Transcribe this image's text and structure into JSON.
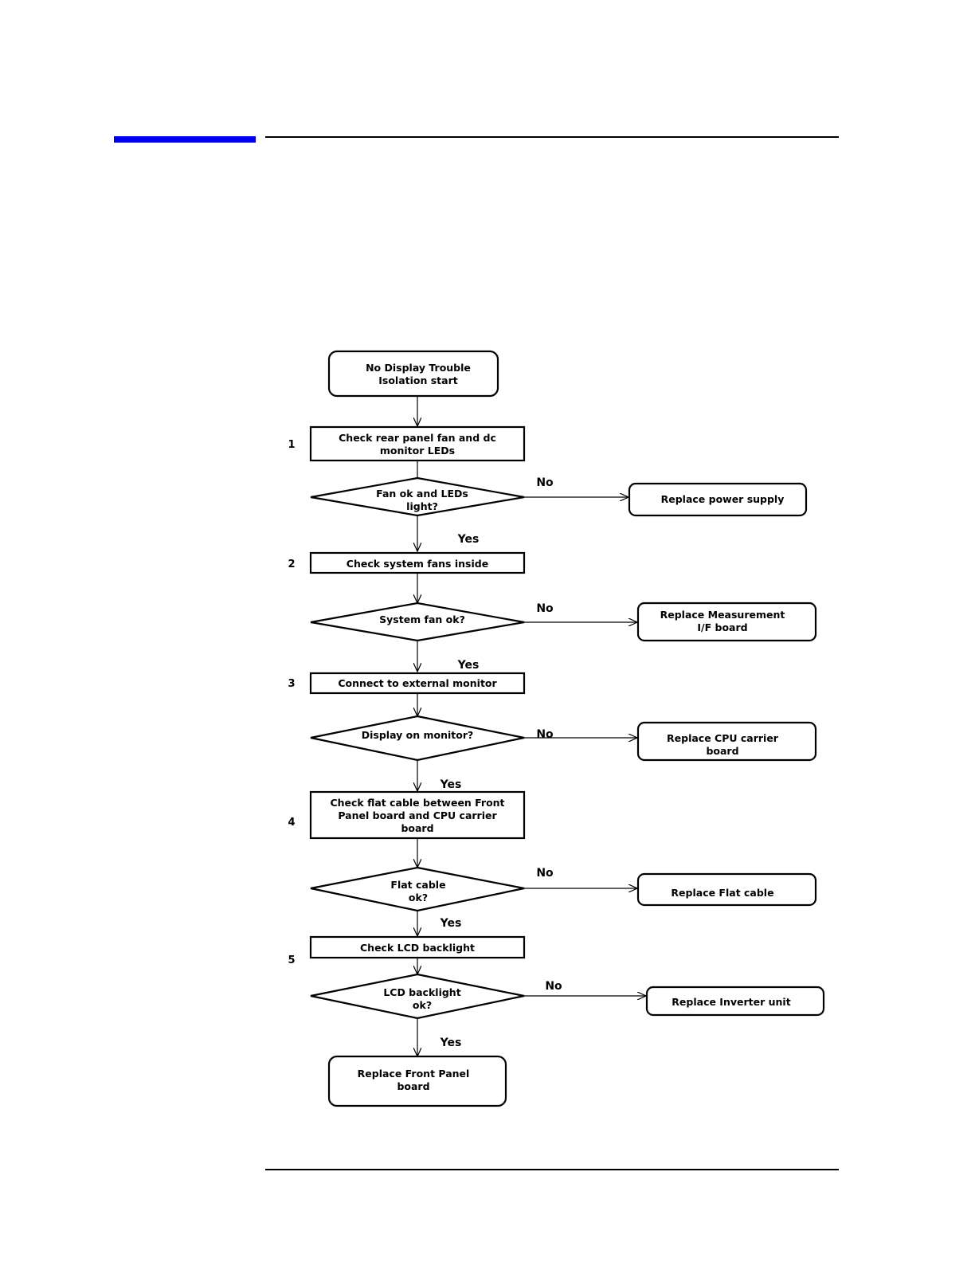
{
  "colors": {
    "accent": "#0000ee",
    "line": "#000000"
  },
  "flowchart": {
    "nodes": {
      "start": [
        "No Display Trouble",
        "Isolation start"
      ],
      "check_rear": [
        "Check rear panel fan and dc",
        "monitor LEDs"
      ],
      "fan_ok": [
        "Fan ok and LEDs",
        "light?"
      ],
      "replace_power": [
        "Replace power supply"
      ],
      "check_fans": [
        "Check system fans inside"
      ],
      "sys_fan_ok": [
        "System fan ok?"
      ],
      "replace_meas": [
        "Replace Measurement",
        "I/F board"
      ],
      "connect_ext": [
        "Connect to external monitor"
      ],
      "display_ok": [
        "Display on monitor?"
      ],
      "replace_cpu": [
        "Replace CPU carrier",
        "board"
      ],
      "check_flat": [
        "Check flat cable between Front",
        "Panel board and CPU carrier",
        "board"
      ],
      "flat_ok": [
        "Flat cable",
        "ok?"
      ],
      "replace_flat": [
        "Replace Flat cable"
      ],
      "check_lcd": [
        "Check LCD backlight"
      ],
      "lcd_ok": [
        "LCD backlight",
        "ok?"
      ],
      "replace_inverter": [
        "Replace Inverter unit"
      ],
      "replace_front": [
        "Replace Front Panel",
        "board"
      ]
    },
    "steps": [
      "1",
      "2",
      "3",
      "4",
      "5"
    ],
    "yes_label": "Yes",
    "no_label": "No"
  }
}
